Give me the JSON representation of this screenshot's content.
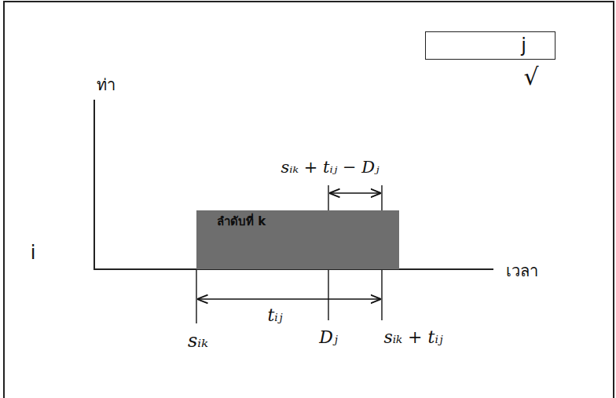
{
  "diagram": {
    "nodes": [
      {
        "text": [
          "j"
        ]
      },
      {
        "text": [
          "ลำดับที่ k"
        ]
      }
    ],
    "labels": [
      "√",
      "ท่า",
      "i",
      "เวลา",
      "sᵢₖ + tᵢⱼ − Dⱼ",
      "tᵢⱼ",
      "sᵢₖ",
      "Dⱼ",
      "sᵢₖ + tᵢⱼ"
    ]
  }
}
